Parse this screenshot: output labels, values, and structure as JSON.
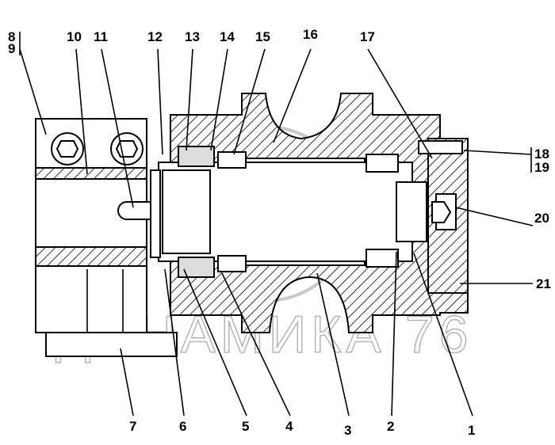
{
  "title": "Track roller assembly",
  "watermark": "ДИНАМИКА 76",
  "callouts": {
    "c8": "8",
    "c9": "9",
    "c10": "10",
    "c11": "11",
    "c12": "12",
    "c13": "13",
    "c14": "14",
    "c15": "15",
    "c16": "16",
    "c17": "17",
    "c18": "18",
    "c19": "19",
    "c20": "20",
    "c21": "21",
    "c7": "7",
    "c6": "6",
    "c5": "5",
    "c4": "4",
    "c3": "3",
    "c2": "2",
    "c1": "1"
  }
}
